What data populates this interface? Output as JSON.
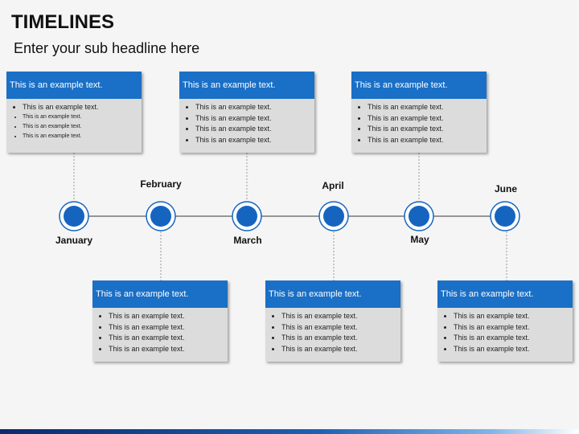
{
  "title": "TIMELINES",
  "subtitle": "Enter your sub headline here",
  "months": [
    "January",
    "February",
    "March",
    "April",
    "May",
    "June"
  ],
  "cards": [
    {
      "header": "This is an example text.",
      "items": [
        "This is an example text.",
        "This is an example text.",
        "This is an example text.",
        "This is an example text."
      ]
    },
    {
      "header": "This is an example text.",
      "items": [
        "This is an example text.",
        "This is an example text.",
        "This is an example text.",
        "This is an example text."
      ]
    },
    {
      "header": "This is an example text.",
      "items": [
        "This is an example text.",
        "This is an example text.",
        "This is an example text.",
        "This is an example text."
      ]
    },
    {
      "header": "This is an example text.",
      "items": [
        "This is an example text.",
        "This is an example text.",
        "This is an example text.",
        "This is an example text."
      ]
    },
    {
      "header": "This is an example text.",
      "items": [
        "This is an example text.",
        "This is an example text.",
        "This is an example text.",
        "This is an example text."
      ]
    },
    {
      "header": "This is an example text.",
      "items": [
        "This is an example text.",
        "This is an example text.",
        "This is an example text.",
        "This is an example text."
      ]
    }
  ],
  "colors": {
    "accent": "#1a6fc6",
    "card_body": "#dcdcdc",
    "node_fill": "#1565c0"
  }
}
